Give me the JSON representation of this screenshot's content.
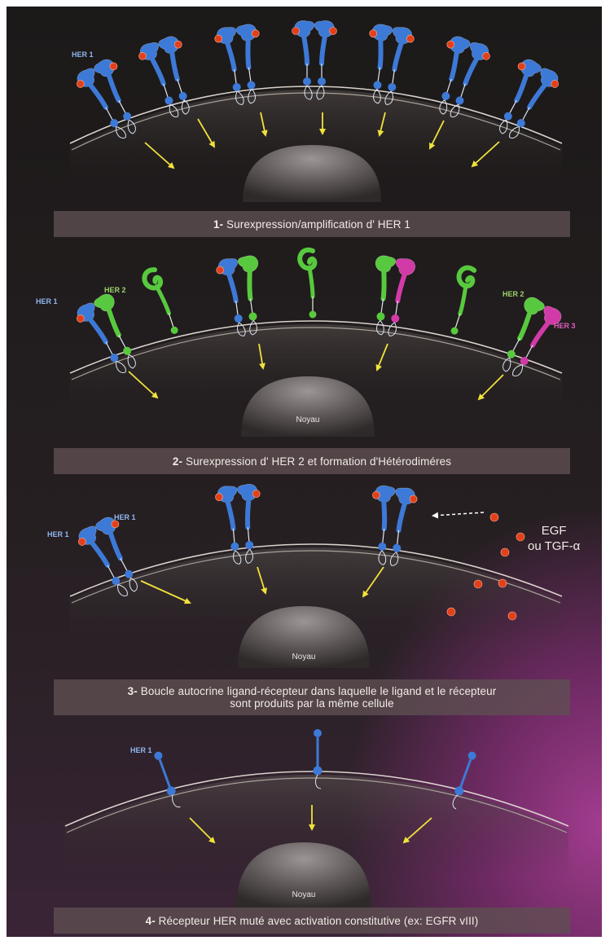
{
  "colors": {
    "her1": "#3d79d6",
    "her2": "#58c93e",
    "her3": "#d23aa8",
    "ligand": "#e2401c",
    "arrow": "#f1e23a",
    "background": "#1e1a1b",
    "accent": "#a23c8f"
  },
  "panels": [
    {
      "caption_num": "1-",
      "caption_text": " Surexpression/amplification d' HER 1",
      "labels": {
        "her1": "HER 1"
      }
    },
    {
      "caption_num": "2-",
      "caption_text": " Surexpression d' HER 2 et formation d'Hétérodiméres",
      "labels": {
        "her1": "HER 1",
        "her2_left": "HER 2",
        "her2_right": "HER 2",
        "her3": "HER 3"
      },
      "nucleus": "Noyau"
    },
    {
      "caption_line1_num": "3-",
      "caption_line1": " Boucle autocrine ligand-récepteur dans laquelle le ligand et le récepteur",
      "caption_line2": "sont produits par la même cellule",
      "labels": {
        "her1_a": "HER 1",
        "her1_b": "HER 1"
      },
      "egf_line1": "EGF",
      "egf_line2": "ou TGF-α",
      "nucleus": "Noyau"
    },
    {
      "caption_num": "4-",
      "caption_text": " Récepteur HER muté avec activation constitutive (ex: EGFR vIII)",
      "labels": {
        "her1": "HER 1"
      },
      "nucleus": "Noyau"
    }
  ]
}
